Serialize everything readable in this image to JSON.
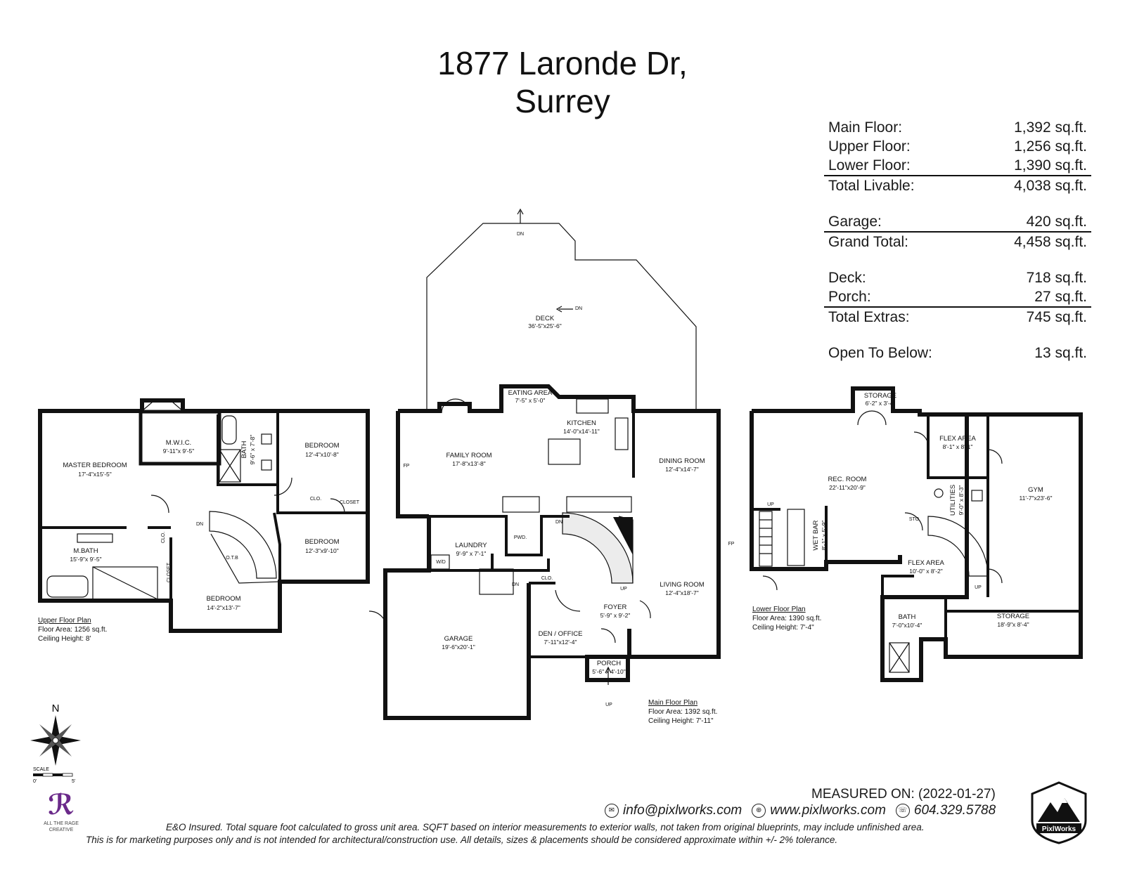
{
  "title": {
    "line1": "1877 Laronde Dr,",
    "line2": "Surrey"
  },
  "areas": [
    {
      "label": "Main Floor:",
      "value": "1,392 sq.ft.",
      "total": false,
      "gap_before": false
    },
    {
      "label": "Upper Floor:",
      "value": "1,256 sq.ft.",
      "total": false,
      "gap_before": false
    },
    {
      "label": "Lower Floor:",
      "value": "1,390 sq.ft.",
      "total": false,
      "gap_before": false
    },
    {
      "label": "Total Livable:",
      "value": "4,038 sq.ft.",
      "total": true,
      "gap_before": false
    },
    {
      "label": "Garage:",
      "value": "420 sq.ft.",
      "total": false,
      "gap_before": true
    },
    {
      "label": "Grand Total:",
      "value": "4,458 sq.ft.",
      "total": true,
      "gap_before": false
    },
    {
      "label": "Deck:",
      "value": "718 sq.ft.",
      "total": false,
      "gap_before": true
    },
    {
      "label": "Porch:",
      "value": "27 sq.ft.",
      "total": false,
      "gap_before": false
    },
    {
      "label": "Total Extras:",
      "value": "745 sq.ft.",
      "total": true,
      "gap_before": false
    },
    {
      "label": "Open To Below:",
      "value": "13 sq.ft.",
      "total": false,
      "gap_before": true
    }
  ],
  "upper_floor": {
    "rooms": [
      {
        "name": "MASTER BEDROOM",
        "dim": "17'-4\"x15'-5\""
      },
      {
        "name": "M.W.I.C.",
        "dim": "9'-11\"x 9'-5\""
      },
      {
        "name": "BATH",
        "dim": "9'-6\" x 7'-8\""
      },
      {
        "name": "BEDROOM",
        "dim": "12'-4\"x10'-8\""
      },
      {
        "name": "BEDROOM",
        "dim": "12'-3\"x9'-10\""
      },
      {
        "name": "M.BATH",
        "dim": "15'-9\"x 9'-5\""
      },
      {
        "name": "BEDROOM",
        "dim": "14'-2\"x13'-7\""
      }
    ],
    "labels": {
      "clo": "CLO.",
      "closet": "CLOSET",
      "closet2": "CLOSET",
      "clo2": "CLO.",
      "otb": "O.T.B",
      "dn": "DN"
    },
    "plan_title": "Upper Floor Plan",
    "floor_area": "Floor Area: 1256 sq.ft.",
    "ceiling": "Ceiling Height: 8'"
  },
  "main_floor": {
    "rooms": [
      {
        "name": "DECK",
        "dim": "36'-5\"x25'-6\""
      },
      {
        "name": "EATING AREA",
        "dim": "7'-5\" x 5'-0\""
      },
      {
        "name": "KITCHEN",
        "dim": "14'-0\"x14'-11\""
      },
      {
        "name": "FAMILY ROOM",
        "dim": "17'-8\"x13'-8\""
      },
      {
        "name": "DINING ROOM",
        "dim": "12'-4\"x14'-7\""
      },
      {
        "name": "LAUNDRY",
        "dim": "9'-9\" x 7'-1\""
      },
      {
        "name": "LIVING ROOM",
        "dim": "12'-4\"x18'-7\""
      },
      {
        "name": "FOYER",
        "dim": "5'-9\" x 9'-2\""
      },
      {
        "name": "GARAGE",
        "dim": "19'-6\"x20'-1\""
      },
      {
        "name": "DEN / OFFICE",
        "dim": "7'-11\"x12'-4\""
      },
      {
        "name": "PORCH",
        "dim": "5'-6\" x 4'-10\""
      }
    ],
    "labels": {
      "fp": "FP",
      "fp2": "FP",
      "pwd": "PWD.",
      "wd": "W/D",
      "clo": "CLO.",
      "dn1": "DN",
      "dn2": "DN",
      "dn3": "DN",
      "dn4": "DN",
      "up1": "UP",
      "up2": "UP"
    },
    "plan_title": "Main Floor Plan",
    "floor_area": "Floor Area: 1392 sq.ft.",
    "ceiling": "Ceiling Height: 7'-11\""
  },
  "lower_floor": {
    "rooms": [
      {
        "name": "STORAGE",
        "dim": "6'-2\" x 3'-4\""
      },
      {
        "name": "FLEX AREA",
        "dim": "8'-1\" x 8'-1\""
      },
      {
        "name": "REC. ROOM",
        "dim": "22'-11\"x20'-9\""
      },
      {
        "name": "GYM",
        "dim": "11'-7\"x23'-6\""
      },
      {
        "name": "UTILITIES",
        "dim": "9'-0\" x 8'-3\""
      },
      {
        "name": "WET BAR",
        "dim": "8'-1\" x 5'-9\""
      },
      {
        "name": "FLEX AREA",
        "dim": "10'-0\" x 8'-2\""
      },
      {
        "name": "BATH",
        "dim": "7'-0\"x10'-4\""
      },
      {
        "name": "STORAGE",
        "dim": "18'-9\"x 8'-4\""
      }
    ],
    "labels": {
      "sto": "STO",
      "up1": "UP",
      "up2": "UP"
    },
    "plan_title": "Lower Floor Plan",
    "floor_area": "Floor Area: 1390 sq.ft.",
    "ceiling": "Ceiling Height: 7'-4\""
  },
  "compass": {
    "north": "N",
    "scale": "SCALE",
    "scale_start": "0'",
    "scale_end": "5'"
  },
  "footer": {
    "measured": "MEASURED ON: (2022-01-27)",
    "email": "info@pixlworks.com",
    "web": "www.pixlworks.com",
    "phone": "604.329.5788",
    "disclaimer1": "E&O Insured.  Total square foot calculated to gross unit area. SQFT based on interior measurements to exterior walls, not taken from original blueprints, may include unfinished area.",
    "disclaimer2": "This is for marketing purposes only and is not intended for architectural/construction use.  All details, sizes & placements should be considered approximate within +/- 2%  tolerance."
  },
  "logos": {
    "left_text": "ALL THE RAGE",
    "left_sub": "CREATIVE",
    "right_text": "PixlWorks"
  }
}
